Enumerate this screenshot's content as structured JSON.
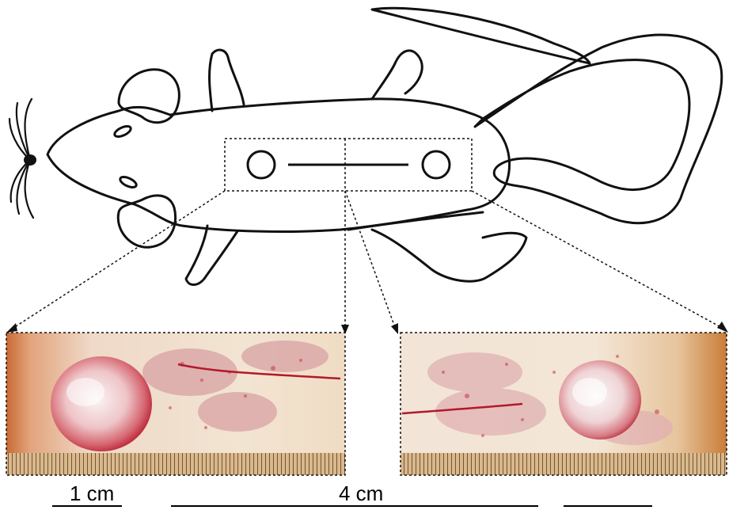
{
  "scale": {
    "left_label": "1 cm",
    "center_label": "4 cm"
  },
  "colors": {
    "outline": "#111111",
    "skin_light": "#f1e6d8",
    "skin_pink": "#e7b3b0",
    "blood": "#c3142d",
    "tissue_edge": "#d98a4a",
    "ruler": "#9a7040"
  },
  "figure": {
    "subject": "rat-dorsal-outline",
    "implant_sites": 2,
    "panels": [
      "left-skin-section",
      "right-skin-section"
    ]
  }
}
